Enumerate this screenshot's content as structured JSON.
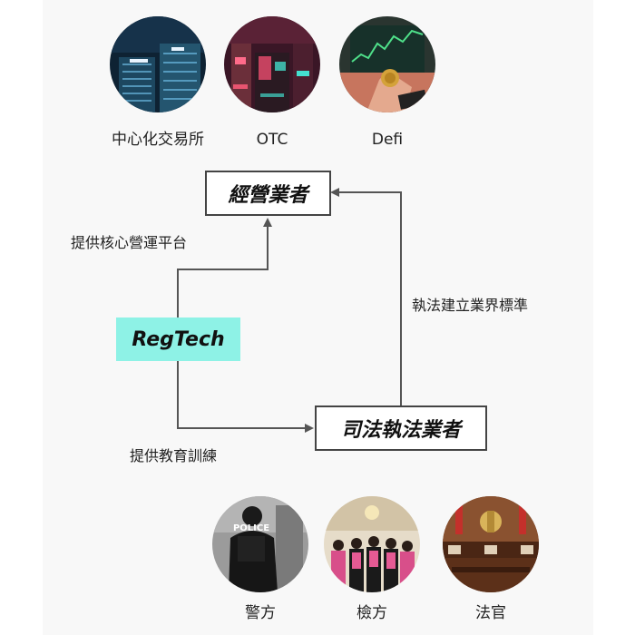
{
  "top_row": [
    {
      "label": "中心化交易所",
      "icon": "skyscraper-night-photo"
    },
    {
      "label": "OTC",
      "icon": "neon-street-photo"
    },
    {
      "label": "Defi",
      "icon": "crypto-coin-trading-photo"
    }
  ],
  "nodes": {
    "operators": "經營業者",
    "regtech": "RegTech",
    "judicial": "司法執法業者"
  },
  "edges": {
    "regtech_to_operators": "提供核心營運平台",
    "regtech_to_judicial": "提供教育訓練",
    "judicial_to_operators": "執法建立業界標準"
  },
  "bottom_row": [
    {
      "label": "警方",
      "icon": "police-officer-photo"
    },
    {
      "label": "檢方",
      "icon": "prosecutors-group-photo"
    },
    {
      "label": "法官",
      "icon": "courtroom-photo"
    }
  ],
  "colors": {
    "regtech_fill": "#8ef2e6",
    "arrow": "#555555",
    "box_border": "#444444"
  }
}
